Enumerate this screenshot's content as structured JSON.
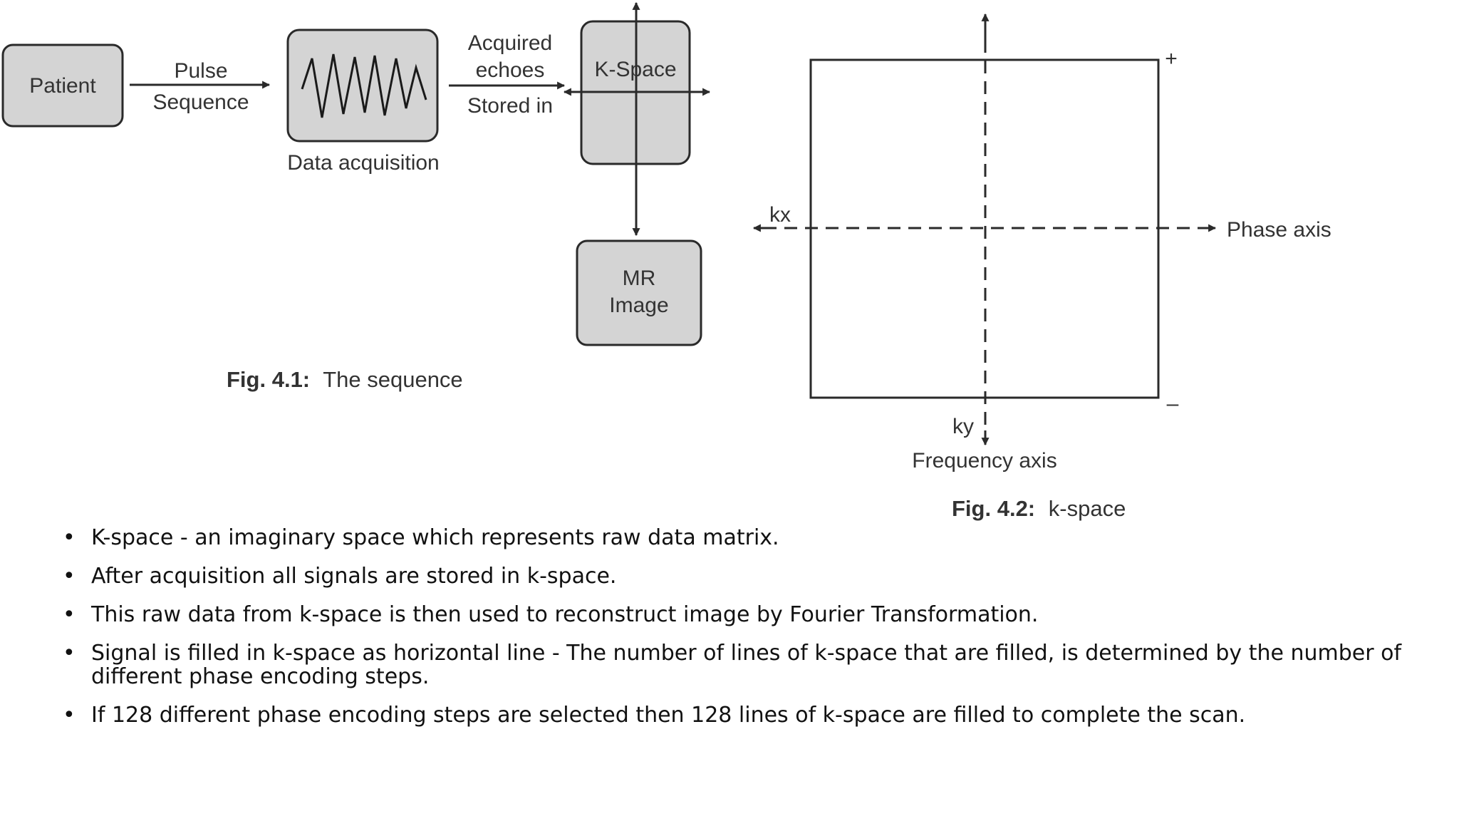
{
  "fig1": {
    "patient": "Patient",
    "pulse_line1": "Pulse",
    "pulse_line2": "Sequence",
    "data_acquisition": "Data acquisition",
    "acquired_line1": "Acquired",
    "acquired_line2": "echoes",
    "stored_in": "Stored in",
    "kspace_box": "K-Space",
    "mr_line1": "MR",
    "mr_line2": "Image",
    "caption_bold": "Fig. 4.1:",
    "caption_text": "The sequence"
  },
  "fig2": {
    "plus": "+",
    "minus": "–",
    "kx": "kx",
    "ky": "ky",
    "phase_axis": "Phase axis",
    "frequency_axis": "Frequency axis",
    "caption_bold": "Fig. 4.2:",
    "caption_text": "k-space"
  },
  "bullets": [
    "K-space - an imaginary space which represents raw data matrix.",
    "After acquisition all signals are stored in k-space.",
    "This raw data from k-space is then used to reconstruct image by Fourier Transformation.",
    "Signal is filled in k-space as horizontal line -  The number of lines of k-space that are filled, is determined by the number of different phase encoding steps.",
    "If 128 different phase encoding steps are selected then 128 lines of k-space are filled to complete the scan."
  ],
  "colors": {
    "box_fill": "#d4d4d4",
    "stroke": "#2a2a2a",
    "text": "#333333"
  }
}
